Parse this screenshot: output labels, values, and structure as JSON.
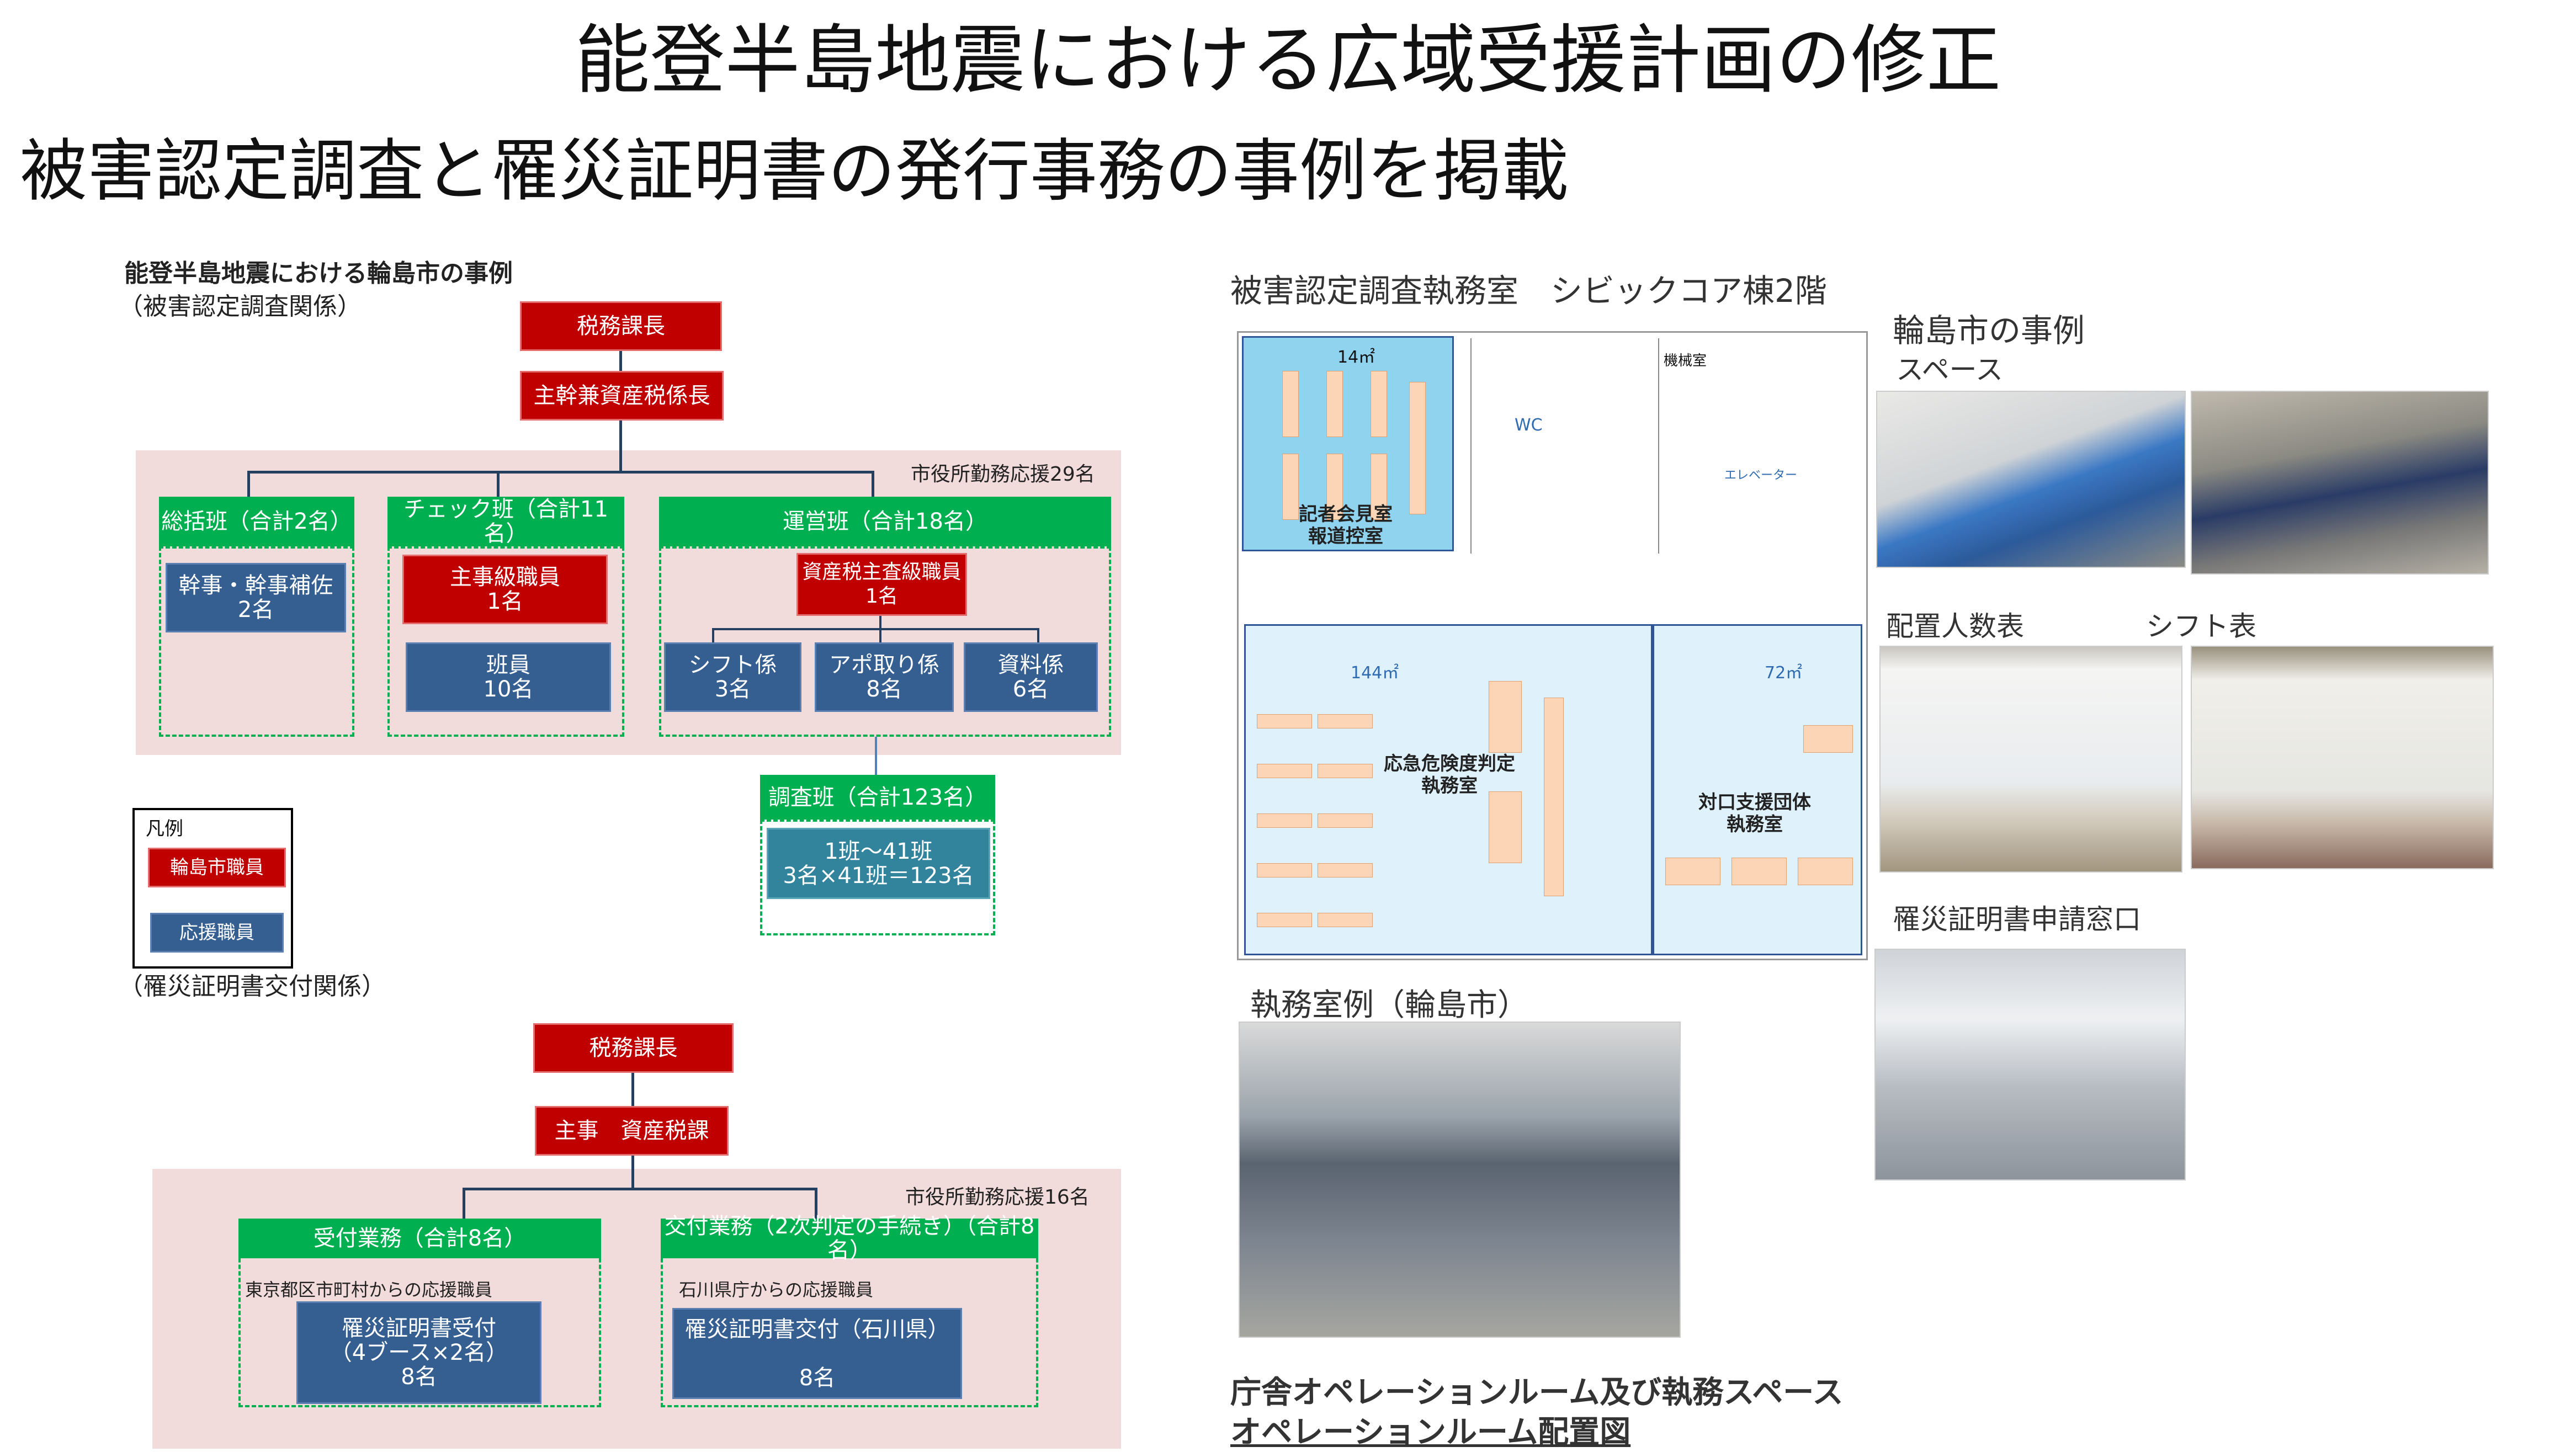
{
  "title": "能登半島地震における広域受援計画の修正",
  "subtitle": "被害認定調査と罹災証明書の発行事務の事例を掲載",
  "left": {
    "heading": "能登半島地震における輪島市の事例",
    "section1": "（被害認定調査関係）",
    "org1": {
      "chief": "税務課長",
      "deputy": "主幹兼資産税係長",
      "support_label": "市役所勤務応援29名",
      "teams": [
        {
          "header": "総括班（合計2名）",
          "members": [
            "幹事・幹事補佐\n2名"
          ]
        },
        {
          "header": "チェック班（合計11名）",
          "members": [
            "主事級職員\n1名",
            "班員\n10名"
          ]
        },
        {
          "header": "運営班（合計18名）",
          "members": [
            "資産税主査級職員\n1名",
            "シフト係\n3名",
            "アポ取り係\n8名",
            "資料係\n6名"
          ]
        }
      ],
      "survey": {
        "header": "調査班（合計123名）",
        "member": "1班～41班\n3名×41班＝123名"
      }
    },
    "legend": {
      "title": "凡例",
      "city": "輪島市職員",
      "support": "応援職員"
    },
    "section2": "（罹災証明書交付関係）",
    "org2": {
      "chief": "税務課長",
      "deputy": "主事　資産税課",
      "support_label": "市役所勤務応援16名",
      "teams": [
        {
          "header": "受付業務（合計8名）",
          "note": "東京都区市町村からの応援職員",
          "member": "罹災証明書受付\n（4ブース×2名）\n8名"
        },
        {
          "header": "交付業務（2次判定の手続き）（合計8名）",
          "note": "石川県庁からの応援職員",
          "member": "罹災証明書交付（石川県）\n\n8名"
        }
      ]
    }
  },
  "right": {
    "plan_title": "被害認定調査執務室　シビックコア棟2階",
    "plan_labels": {
      "press": "記者会見室\n報道控室",
      "area14": "14㎡",
      "wc": "WC",
      "machine": "機械室",
      "ev": "エレベーター",
      "area144": "144㎡",
      "area72": "72㎡",
      "office1": "応急危険度判定\n執務室",
      "office2": "対口支援団体\n執務室"
    },
    "office_caption": "執務室例（輪島市）",
    "ops_caption1": "庁舎オペレーションルーム及び執務スペース",
    "ops_caption2": "オペレーションルーム配置図",
    "case_title": "輪島市の事例",
    "space": "スペース",
    "staffing": "配置人数表",
    "shift": "シフト表",
    "window": "罹災証明書申請窓口"
  }
}
